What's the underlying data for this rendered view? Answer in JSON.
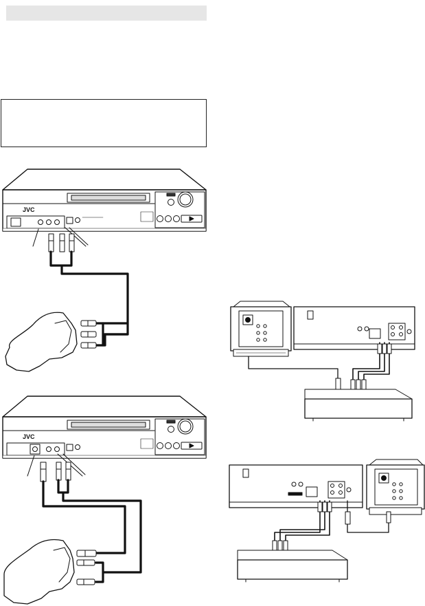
{
  "brand": {
    "vcr_top_logo": "JVC",
    "vcr_bottom_logo": "JVC"
  },
  "colors": {
    "ink": "#111111",
    "panel_fill": "#ffffff",
    "header_fill": "#e6e6e6"
  },
  "icons": {
    "play_button": "play-triangle"
  }
}
